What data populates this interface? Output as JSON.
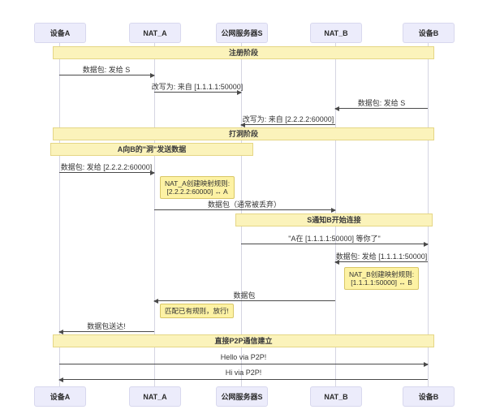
{
  "participants": [
    {
      "id": "device-a",
      "label": "设备A"
    },
    {
      "id": "nat-a",
      "label": "NAT_A"
    },
    {
      "id": "server-s",
      "label": "公网服务器S"
    },
    {
      "id": "nat-b",
      "label": "NAT_B"
    },
    {
      "id": "device-b",
      "label": "设备B"
    }
  ],
  "phases": [
    {
      "id": "register",
      "label": "注册阶段"
    },
    {
      "id": "punch",
      "label": "打洞阶段"
    },
    {
      "id": "a-to-b-hole",
      "label": "A向B的\"洞\"发送数据"
    },
    {
      "id": "s-notify-b",
      "label": "S通知B开始连接"
    },
    {
      "id": "p2p-established",
      "label": "直接P2P通信建立"
    }
  ],
  "messages": [
    {
      "label": "数据包: 发给 S",
      "from": "设备A",
      "to": "NAT_A"
    },
    {
      "label": "改写为: 来自 [1.1.1.1:50000]",
      "from": "NAT_A",
      "to": "公网服务器S"
    },
    {
      "label": "数据包: 发给 S",
      "from": "设备B",
      "to": "NAT_B"
    },
    {
      "label": "改写为: 来自 [2.2.2.2:60000]",
      "from": "NAT_B",
      "to": "公网服务器S"
    },
    {
      "label": "数据包: 发给 [2.2.2.2:60000]",
      "from": "设备A",
      "to": "NAT_A"
    },
    {
      "label": "数据包（通常被丢弃）",
      "from": "NAT_A",
      "to": "NAT_B"
    },
    {
      "label": "\"A在 [1.1.1.1:50000] 等你了\"",
      "from": "公网服务器S",
      "to": "设备B"
    },
    {
      "label": "数据包: 发给 [1.1.1.1:50000]",
      "from": "设备B",
      "to": "NAT_B"
    },
    {
      "label": "数据包",
      "from": "NAT_B",
      "to": "NAT_A"
    },
    {
      "label": "数据包送达!",
      "from": "NAT_A",
      "to": "设备A"
    },
    {
      "label": "Hello via P2P!",
      "from": "设备A",
      "to": "设备B"
    },
    {
      "label": "Hi via P2P!",
      "from": "设备B",
      "to": "设备A"
    }
  ],
  "notes": [
    {
      "lines": [
        "NAT_A创建映射规则:",
        "[2.2.2.2:60000] ↔ A"
      ]
    },
    {
      "lines": [
        "NAT_B创建映射规则:",
        "[1.1.1.1:50000] ↔ B"
      ]
    },
    {
      "lines": [
        "匹配已有规则，放行!"
      ]
    }
  ],
  "colors": {
    "actor_fill": "#ECECFB",
    "actor_border": "#D8D8EE",
    "band_fill": "#FBF3BB",
    "band_border": "#E5D685",
    "note_fill": "#FDF2A4",
    "note_border": "#D9C766",
    "arrow_line": "#4a4a4a",
    "lifeline": "#D5D5E2",
    "background": "#FFFFFF"
  }
}
